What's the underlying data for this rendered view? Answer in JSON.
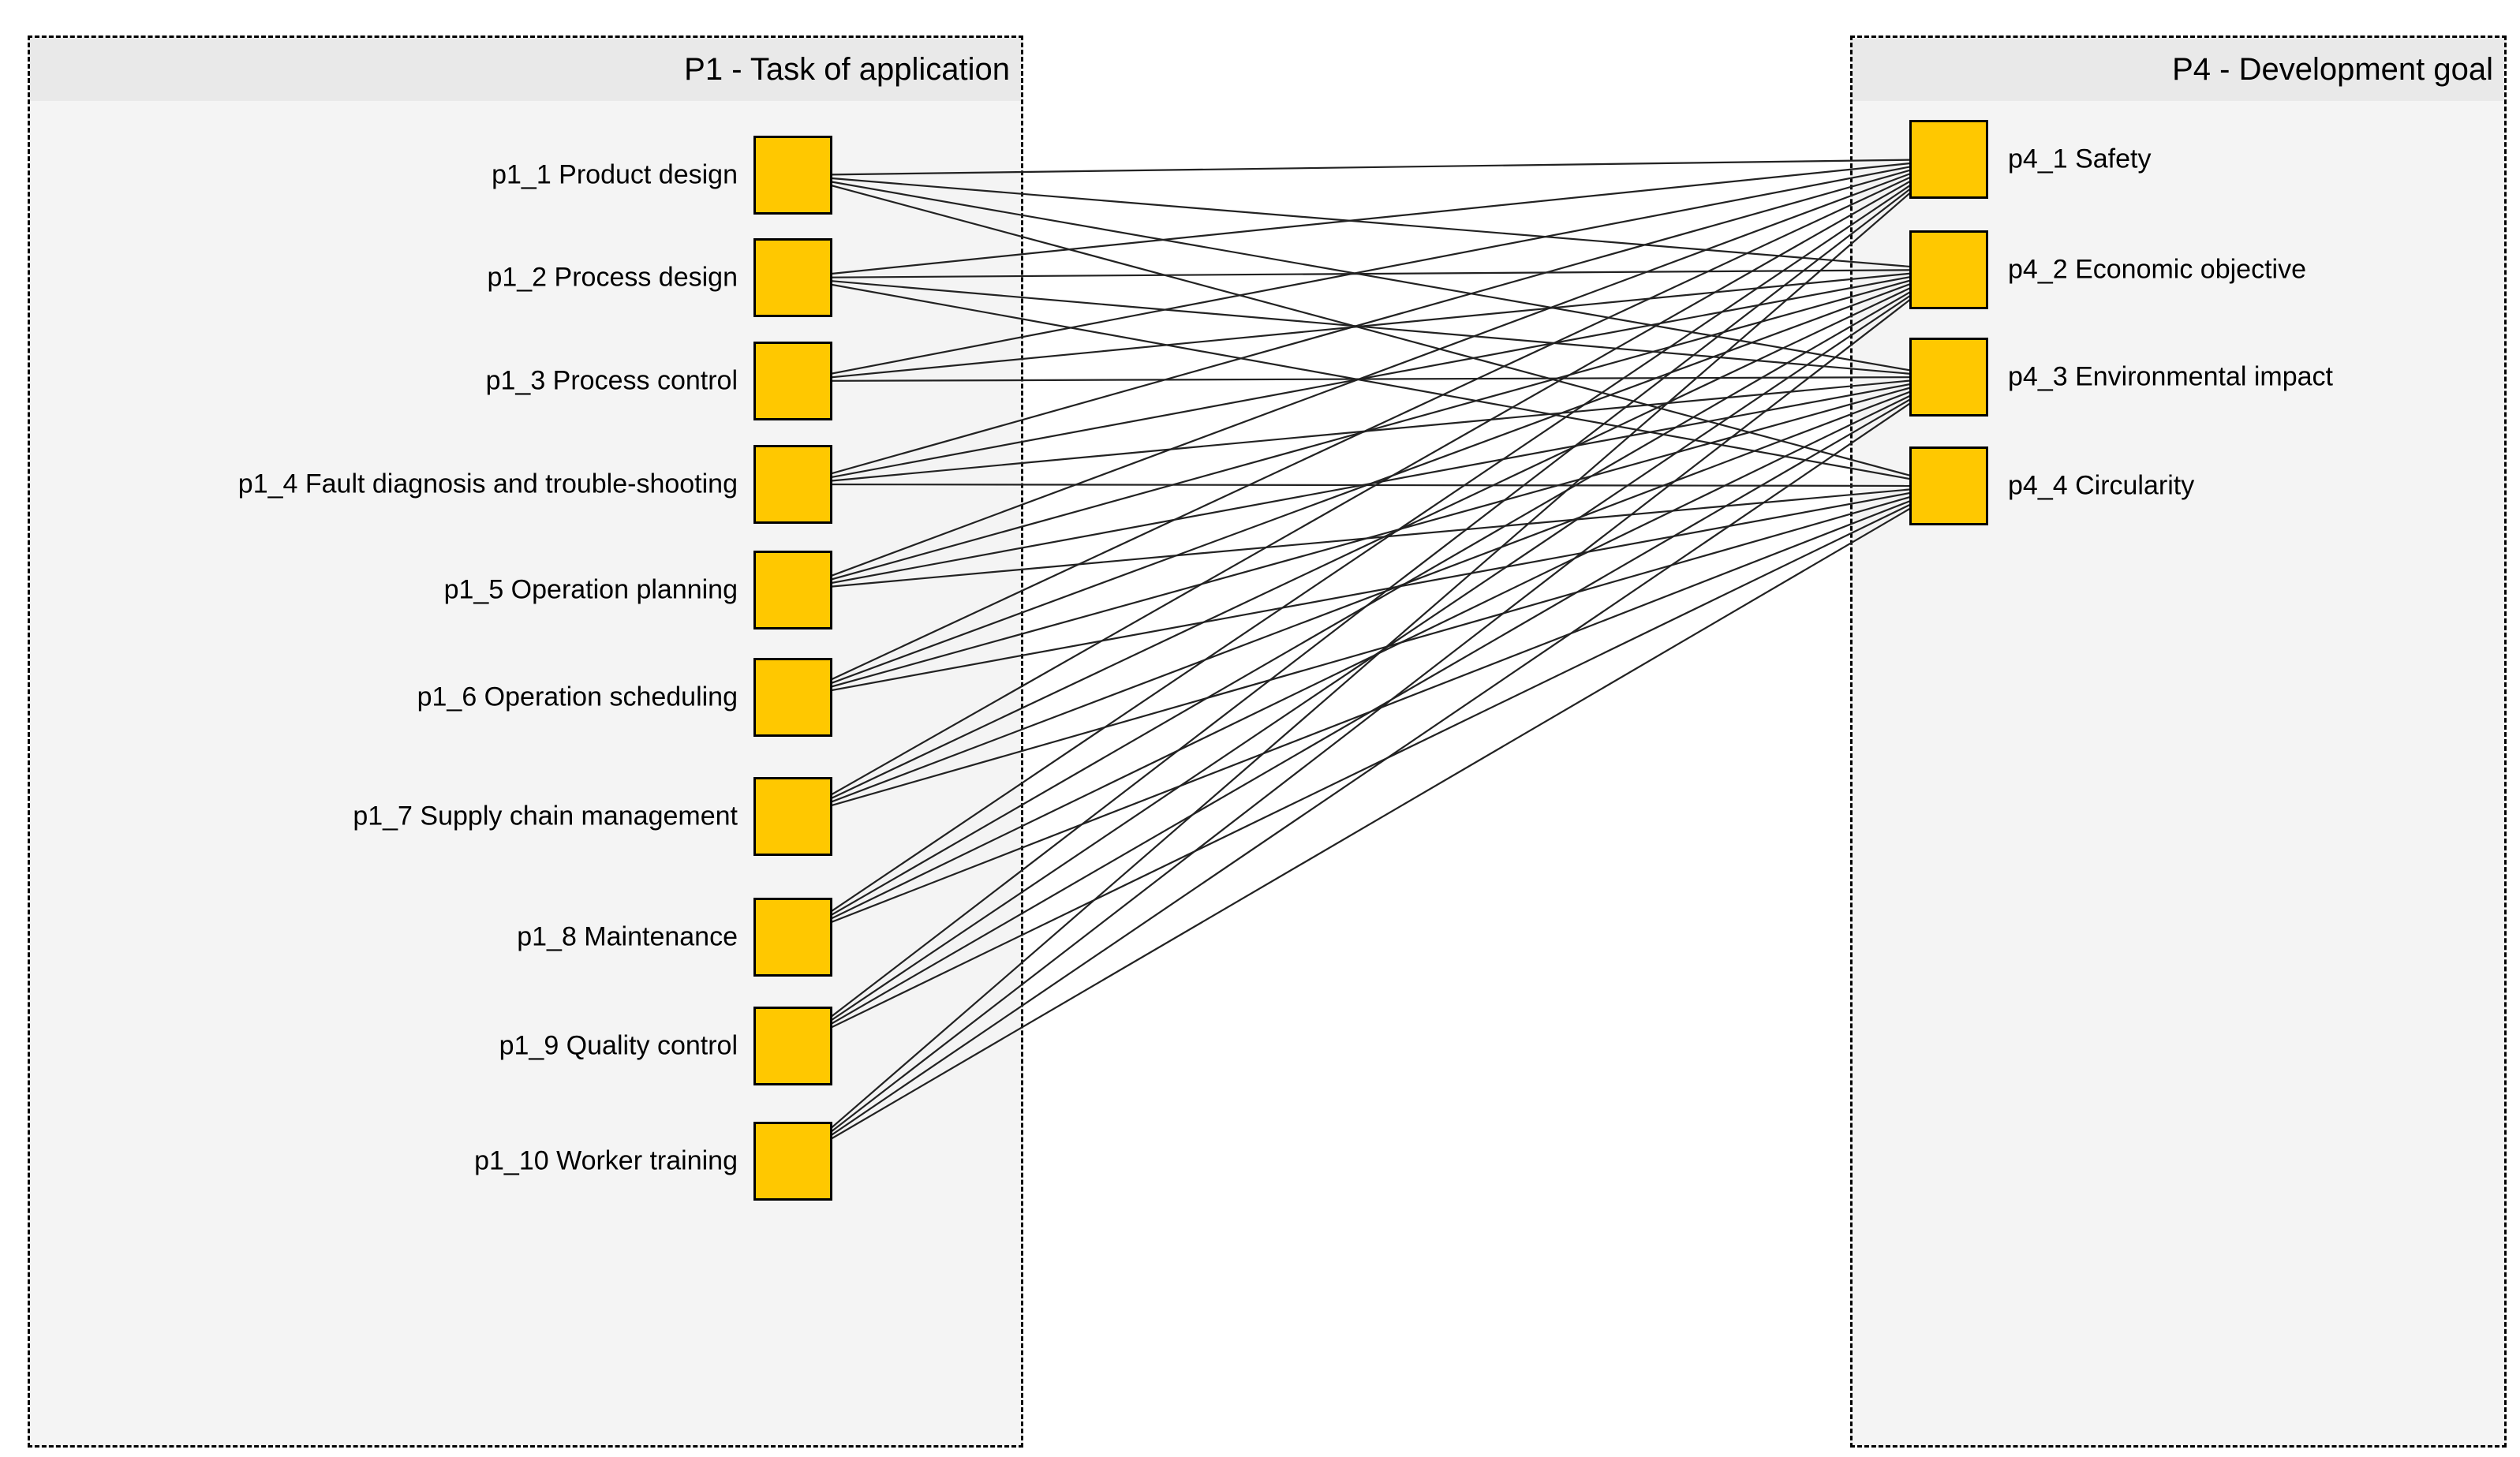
{
  "diagram": {
    "panels": [
      {
        "id": "P1",
        "title": "P1 - Task of application",
        "nodes": [
          {
            "id": "p1_1",
            "label": "p1_1 Product design"
          },
          {
            "id": "p1_2",
            "label": "p1_2 Process design"
          },
          {
            "id": "p1_3",
            "label": "p1_3 Process control"
          },
          {
            "id": "p1_4",
            "label": "p1_4 Fault diagnosis and trouble-shooting"
          },
          {
            "id": "p1_5",
            "label": "p1_5 Operation planning"
          },
          {
            "id": "p1_6",
            "label": "p1_6 Operation scheduling"
          },
          {
            "id": "p1_7",
            "label": "p1_7 Supply chain management"
          },
          {
            "id": "p1_8",
            "label": "p1_8 Maintenance"
          },
          {
            "id": "p1_9",
            "label": "p1_9 Quality control"
          },
          {
            "id": "p1_10",
            "label": "p1_10 Worker training"
          }
        ]
      },
      {
        "id": "P4",
        "title": "P4 - Development goal",
        "nodes": [
          {
            "id": "p4_1",
            "label": "p4_1 Safety"
          },
          {
            "id": "p4_2",
            "label": "p4_2 Economic objective"
          },
          {
            "id": "p4_3",
            "label": "p4_3 Environmental impact"
          },
          {
            "id": "p4_4",
            "label": "p4_4 Circularity"
          }
        ]
      }
    ],
    "edges": [
      [
        "p1_1",
        "p4_1"
      ],
      [
        "p1_1",
        "p4_2"
      ],
      [
        "p1_1",
        "p4_3"
      ],
      [
        "p1_1",
        "p4_4"
      ],
      [
        "p1_2",
        "p4_1"
      ],
      [
        "p1_2",
        "p4_2"
      ],
      [
        "p1_2",
        "p4_3"
      ],
      [
        "p1_2",
        "p4_4"
      ],
      [
        "p1_3",
        "p4_1"
      ],
      [
        "p1_3",
        "p4_2"
      ],
      [
        "p1_3",
        "p4_3"
      ],
      [
        "p1_4",
        "p4_1"
      ],
      [
        "p1_4",
        "p4_2"
      ],
      [
        "p1_4",
        "p4_3"
      ],
      [
        "p1_4",
        "p4_4"
      ],
      [
        "p1_5",
        "p4_1"
      ],
      [
        "p1_5",
        "p4_2"
      ],
      [
        "p1_5",
        "p4_3"
      ],
      [
        "p1_5",
        "p4_4"
      ],
      [
        "p1_6",
        "p4_1"
      ],
      [
        "p1_6",
        "p4_2"
      ],
      [
        "p1_6",
        "p4_3"
      ],
      [
        "p1_6",
        "p4_4"
      ],
      [
        "p1_7",
        "p4_1"
      ],
      [
        "p1_7",
        "p4_2"
      ],
      [
        "p1_7",
        "p4_3"
      ],
      [
        "p1_7",
        "p4_4"
      ],
      [
        "p1_8",
        "p4_1"
      ],
      [
        "p1_8",
        "p4_2"
      ],
      [
        "p1_8",
        "p4_3"
      ],
      [
        "p1_8",
        "p4_4"
      ],
      [
        "p1_9",
        "p4_1"
      ],
      [
        "p1_9",
        "p4_2"
      ],
      [
        "p1_9",
        "p4_3"
      ],
      [
        "p1_9",
        "p4_4"
      ],
      [
        "p1_10",
        "p4_1"
      ],
      [
        "p1_10",
        "p4_2"
      ],
      [
        "p1_10",
        "p4_3"
      ],
      [
        "p1_10",
        "p4_4"
      ]
    ],
    "colors": {
      "node_fill": "#FFC800",
      "node_border": "#000000",
      "edge": "#222222",
      "panel_body": "#f4f4f4",
      "panel_header": "#e9e9e9",
      "panel_border": "#000000",
      "background": "#ffffff"
    }
  }
}
